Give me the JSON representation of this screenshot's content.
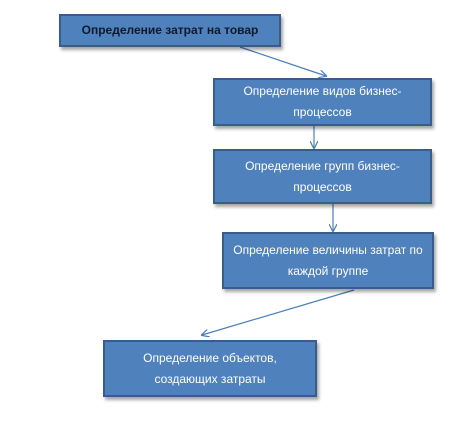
{
  "diagram": {
    "nodes": [
      {
        "id": "n1",
        "label": "Определение затрат на товар"
      },
      {
        "id": "n2",
        "label": "Определение видов бизнес-процессов"
      },
      {
        "id": "n3",
        "label": "Определение групп бизнес-процессов"
      },
      {
        "id": "n4",
        "label": "Определение величины затрат по каждой группе"
      },
      {
        "id": "n5",
        "label": "Определение объектов, создающих затраты"
      }
    ],
    "edges": [
      {
        "from": "n1",
        "to": "n2"
      },
      {
        "from": "n2",
        "to": "n3"
      },
      {
        "from": "n3",
        "to": "n4"
      },
      {
        "from": "n4",
        "to": "n5"
      }
    ],
    "colors": {
      "box_fill": "#4f81bd",
      "box_border": "#385d8a",
      "arrow": "#4a7ebb"
    }
  }
}
